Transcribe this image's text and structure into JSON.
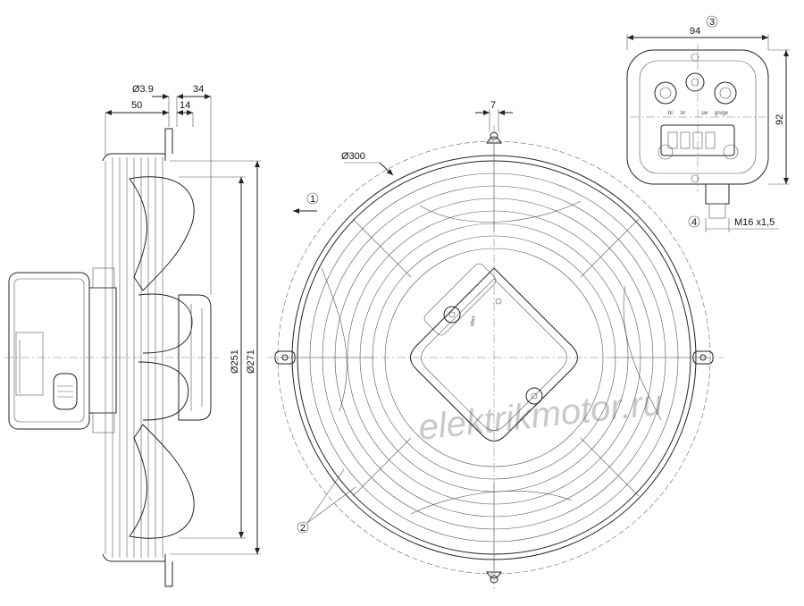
{
  "side_view": {
    "dim_hole": "Ø3.9",
    "dim_depth_total": "34",
    "dim_motor": "50",
    "dim_flange": "14",
    "dim_blade_dia": "Ø251",
    "dim_guard_dia": "Ø271"
  },
  "front_view": {
    "dim_outer_dia": "Ø300",
    "dim_slot": "7",
    "callout_1": "1",
    "callout_2": "2",
    "brand_text": "ebm"
  },
  "terminal_box": {
    "dim_width": "94",
    "dim_height": "92",
    "callout_3": "3",
    "callout_4": "4",
    "dim_gland": "M16 x1,5",
    "wire_labels": [
      "bl",
      "br",
      "sw",
      "gn/ge"
    ]
  },
  "watermark": "elektrikmotor.ru"
}
